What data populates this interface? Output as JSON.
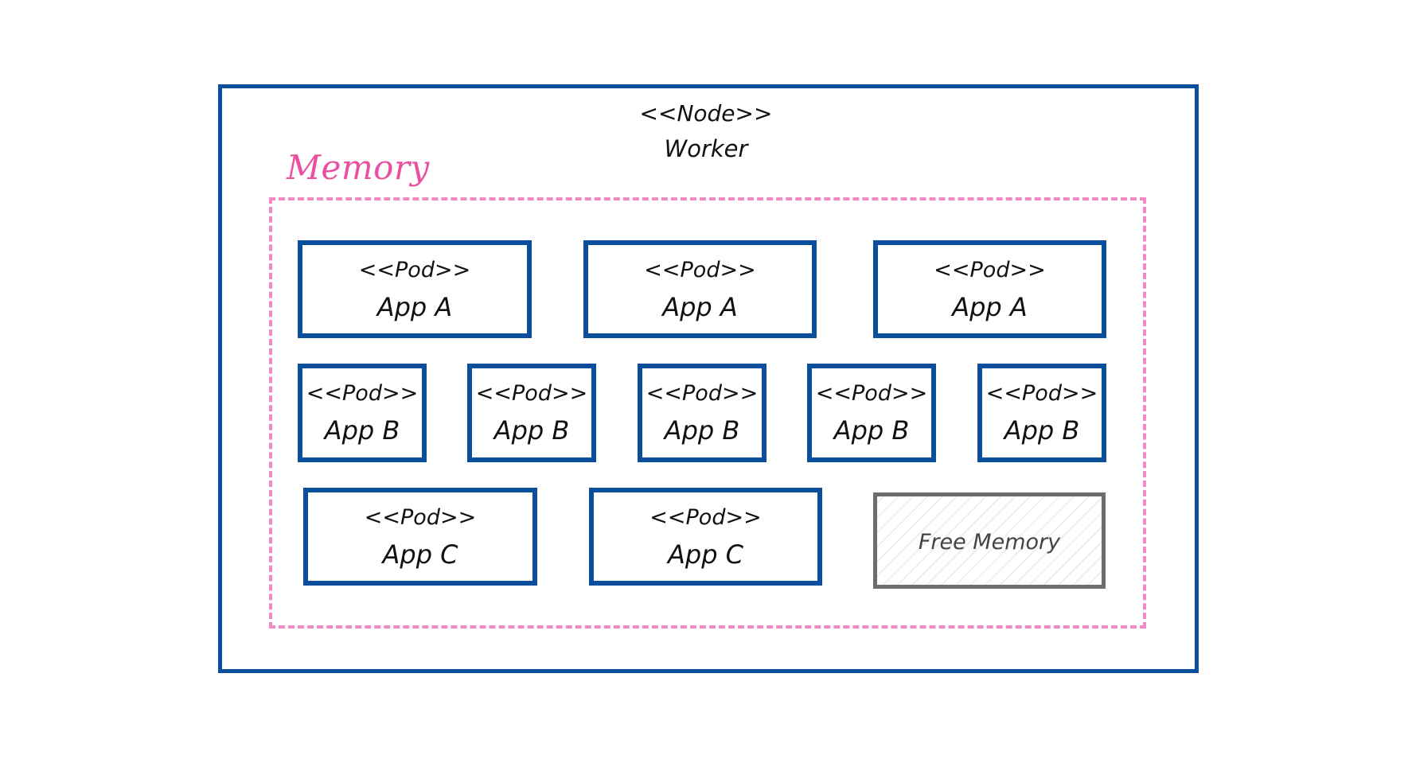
{
  "node": {
    "stereotype": "<<Node>>",
    "name": "Worker",
    "border_color": "#0b4f9c"
  },
  "memory": {
    "label": "Memory",
    "color": "#ea4fa0"
  },
  "rows": [
    {
      "pods": [
        {
          "stereotype": "<<Pod>>",
          "app": "App A"
        },
        {
          "stereotype": "<<Pod>>",
          "app": "App A"
        },
        {
          "stereotype": "<<Pod>>",
          "app": "App A"
        }
      ]
    },
    {
      "pods": [
        {
          "stereotype": "<<Pod>>",
          "app": "App B"
        },
        {
          "stereotype": "<<Pod>>",
          "app": "App B"
        },
        {
          "stereotype": "<<Pod>>",
          "app": "App B"
        },
        {
          "stereotype": "<<Pod>>",
          "app": "App B"
        },
        {
          "stereotype": "<<Pod>>",
          "app": "App B"
        }
      ]
    },
    {
      "pods": [
        {
          "stereotype": "<<Pod>>",
          "app": "App C"
        },
        {
          "stereotype": "<<Pod>>",
          "app": "App C"
        }
      ]
    }
  ],
  "free_memory": {
    "label": "Free Memory",
    "color": "#6d6d6d"
  }
}
